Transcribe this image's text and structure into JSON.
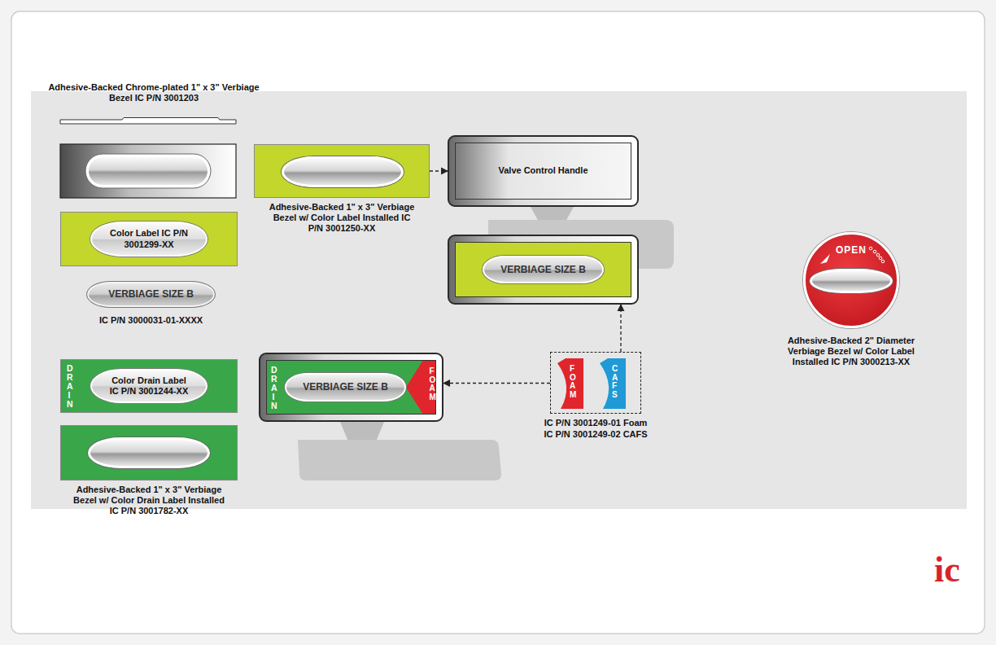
{
  "diagram": {
    "nodes": [
      {
        "text": [
          "Adhesive-Backed 1\" x 3\" Verbiage Bezel w/ Color Label Installed IC P/N 3001250-XX"
        ]
      },
      {
        "text": [
          "Valve Control Handle"
        ]
      },
      {
        "text": [
          "Color Label IC P/N 3001299-XX"
        ]
      },
      {
        "text": [
          "VERBIAGE SIZE B"
        ]
      },
      {
        "text": [
          "VERBIAGE SIZE B",
          "IC P/N 3000031-01-XXXX"
        ]
      },
      {
        "text": [
          "OPEN",
          "Adhesive-Backed 2\" Diameter Verbiage Bezel w/ Color Label Installed IC P/N 3000213-XX"
        ]
      },
      {
        "text": [
          "DRAIN",
          "Color Drain Label IC P/N 3001244-XX"
        ]
      },
      {
        "text": [
          "DRAIN",
          "VERBIAGE SIZE B",
          "FOAM"
        ]
      },
      {
        "text": [
          "IC P/N 3001249-01 Foam",
          "IC P/N 3001249-02 CAFS"
        ]
      },
      {
        "text": [
          "FOAM"
        ],
        "in": 8
      },
      {
        "text": [
          "CAFS"
        ],
        "in": 8
      },
      {
        "text": [
          "Adhesive-Backed 1\" x 3\" Verbiage Bezel w/ Color Drain Label Installed IC P/N 3001782-XX"
        ]
      }
    ],
    "edges": [
      {
        "from": 0,
        "to": 1,
        "arrow": "to"
      },
      {
        "from": 8,
        "to": 7,
        "arrow": "to"
      },
      {
        "from": 8,
        "to": 3,
        "arrow": "to"
      }
    ],
    "labels": [
      "Adhesive-Backed Chrome-plated 1\" x 3\" Verbiage Bezel IC P/N 3001203",
      "ic"
    ]
  }
}
